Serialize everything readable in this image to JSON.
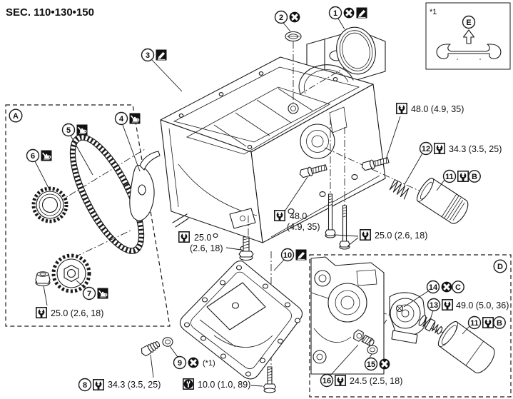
{
  "header": {
    "section_title": "SEC. 110•130•150"
  },
  "inset": {
    "note": "*1",
    "view_label": "E"
  },
  "areas": {
    "a_label": "A",
    "d_label": "D"
  },
  "refs": {
    "b": "B",
    "c": "C"
  },
  "callouts": {
    "n1": "1",
    "n2": "2",
    "n3": "3",
    "n4": "4",
    "n5": "5",
    "n6": "6",
    "n7": "7",
    "n8": "8",
    "n9": "9",
    "n10": "10",
    "n11": "11",
    "n12": "12",
    "n13": "13",
    "n14": "14",
    "n15": "15",
    "n16": "16"
  },
  "torques": {
    "oil_pump_sprocket_nut": "25.0 (2.6, 18)",
    "drain_plug": "34.3 (3.5, 25)",
    "oil_pan_bolt": "10.0 (1.0, 89)",
    "pan_bolt_center_line1": "25.0",
    "pan_bolt_center_line2": "(2.6, 18)",
    "block_bolt_center_line1": "48.0",
    "block_bolt_center_line2": "(4.9, 35)",
    "pan_long_bolts": "25.0 (2.6, 18)",
    "block_bolt_right": "48.0 (4.9, 35)",
    "filter_connector": "34.3 (3.5, 25)",
    "cooler_connector": "49.0 (5.0, 36)",
    "relief_plug": "24.5 (2.5, 18)"
  },
  "notes": {
    "washer_ref": "(*1)"
  },
  "icons": {
    "do_not_reuse_icon": "✕",
    "apply_sealant_icon": "✎",
    "apply_oil_icon": "oil-can",
    "torque_icon": "wrench",
    "torque_icon_dark": "wrench-on-disc"
  }
}
